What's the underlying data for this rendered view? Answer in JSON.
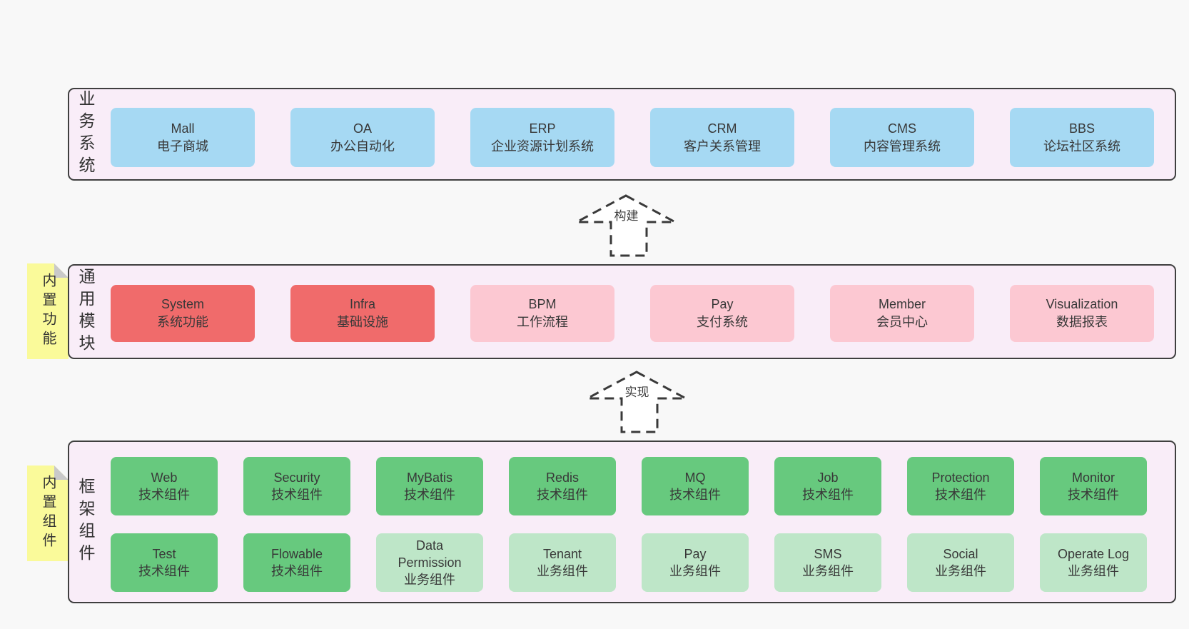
{
  "colors": {
    "page_bg": "#f8f8f8",
    "panel_bg": "#f9edf8",
    "panel_border": "#3f3f3f",
    "blue": "#a6d9f3",
    "red": "#f06b6b",
    "pink": "#fcc8d2",
    "green": "#67c97e",
    "green_light": "#bee6c8",
    "sticky_yellow": "#fafa9a",
    "sticky_fold": "#c9c9c9",
    "text": "#333333"
  },
  "arrows": [
    {
      "label": "构建"
    },
    {
      "label": "实现"
    }
  ],
  "layers": {
    "business": {
      "label": "业务系统",
      "boxes": [
        {
          "en": "Mall",
          "zh": "电子商城",
          "variant": "blue"
        },
        {
          "en": "OA",
          "zh": "办公自动化",
          "variant": "blue"
        },
        {
          "en": "ERP",
          "zh": "企业资源计划系统",
          "variant": "blue"
        },
        {
          "en": "CRM",
          "zh": "客户关系管理",
          "variant": "blue"
        },
        {
          "en": "CMS",
          "zh": "内容管理系统",
          "variant": "blue"
        },
        {
          "en": "BBS",
          "zh": "论坛社区系统",
          "variant": "blue"
        }
      ]
    },
    "modules": {
      "label": "通用模块",
      "sticky": "内置功能",
      "boxes": [
        {
          "en": "System",
          "zh": "系统功能",
          "variant": "red"
        },
        {
          "en": "Infra",
          "zh": "基础设施",
          "variant": "red"
        },
        {
          "en": "BPM",
          "zh": "工作流程",
          "variant": "pink"
        },
        {
          "en": "Pay",
          "zh": "支付系统",
          "variant": "pink"
        },
        {
          "en": "Member",
          "zh": "会员中心",
          "variant": "pink"
        },
        {
          "en": "Visualization",
          "zh": "数据报表",
          "variant": "pink"
        }
      ]
    },
    "components": {
      "label": "框架组件",
      "sticky": "内置组件",
      "rows": [
        [
          {
            "en": "Web",
            "zh": "技术组件",
            "variant": "green"
          },
          {
            "en": "Security",
            "zh": "技术组件",
            "variant": "green"
          },
          {
            "en": "MyBatis",
            "zh": "技术组件",
            "variant": "green"
          },
          {
            "en": "Redis",
            "zh": "技术组件",
            "variant": "green"
          },
          {
            "en": "MQ",
            "zh": "技术组件",
            "variant": "green"
          },
          {
            "en": "Job",
            "zh": "技术组件",
            "variant": "green"
          },
          {
            "en": "Protection",
            "zh": "技术组件",
            "variant": "green"
          },
          {
            "en": "Monitor",
            "zh": "技术组件",
            "variant": "green"
          }
        ],
        [
          {
            "en": "Test",
            "zh": "技术组件",
            "variant": "green"
          },
          {
            "en": "Flowable",
            "zh": "技术组件",
            "variant": "green"
          },
          {
            "en": "Data Permission",
            "zh": "业务组件",
            "variant": "green-light"
          },
          {
            "en": "Tenant",
            "zh": "业务组件",
            "variant": "green-light"
          },
          {
            "en": "Pay",
            "zh": "业务组件",
            "variant": "green-light"
          },
          {
            "en": "SMS",
            "zh": "业务组件",
            "variant": "green-light"
          },
          {
            "en": "Social",
            "zh": "业务组件",
            "variant": "green-light"
          },
          {
            "en": "Operate Log",
            "zh": "业务组件",
            "variant": "green-light"
          }
        ]
      ]
    }
  }
}
